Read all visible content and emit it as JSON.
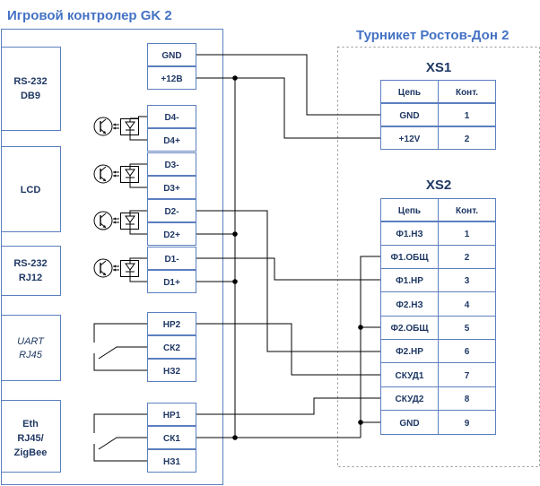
{
  "controller": {
    "title": "Игровой контролер GK 2",
    "modules": [
      {
        "name": "rs232-db9",
        "line1": "RS-232",
        "line2": "DB9",
        "italic": false
      },
      {
        "name": "lcd",
        "line1": "LCD",
        "line2": "",
        "italic": false
      },
      {
        "name": "rs232-rj12",
        "line1": "RS-232",
        "line2": "RJ12",
        "italic": false
      },
      {
        "name": "uart-rj45",
        "line1": "UART",
        "line2": "RJ45",
        "italic": true
      },
      {
        "name": "eth",
        "line1": "Eth",
        "line2": "RJ45/",
        "line3": "ZigBee",
        "italic": false
      }
    ],
    "pins": [
      "GND",
      "+12В",
      "D4-",
      "D4+",
      "D3-",
      "D3+",
      "D2-",
      "D2+",
      "D1-",
      "D1+",
      "НР2",
      "СК2",
      "НЗ2",
      "НР1",
      "СК1",
      "НЗ1"
    ]
  },
  "turnstile": {
    "title": "Турникет Ростов-Дон 2",
    "xs1": {
      "label": "XS1",
      "headers": [
        "Цепь",
        "Конт."
      ],
      "rows": [
        [
          "GND",
          "1"
        ],
        [
          "+12V",
          "2"
        ]
      ]
    },
    "xs2": {
      "label": "XS2",
      "headers": [
        "Цепь",
        "Конт."
      ],
      "rows": [
        [
          "Ф1.НЗ",
          "1"
        ],
        [
          "Ф1.ОБЩ",
          "2"
        ],
        [
          "Ф1.НР",
          "3"
        ],
        [
          "Ф2.НЗ",
          "4"
        ],
        [
          "Ф2.ОБЩ",
          "5"
        ],
        [
          "Ф2.НР",
          "6"
        ],
        [
          "СКУД1",
          "7"
        ],
        [
          "СКУД2",
          "8"
        ],
        [
          "GND",
          "9"
        ]
      ]
    }
  }
}
